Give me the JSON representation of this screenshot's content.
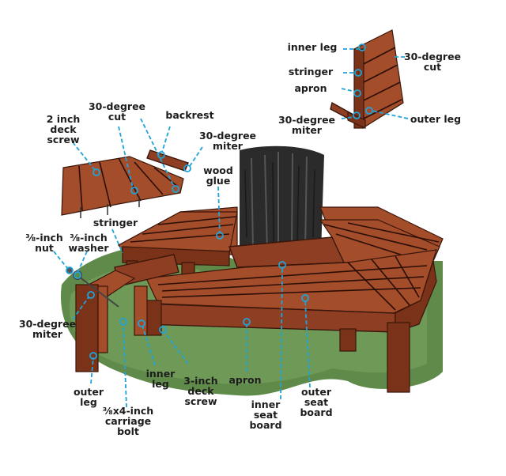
{
  "labels": {
    "inner_leg_top": "inner leg",
    "thirty_degree_cut_top": [
      "30-degree",
      "cut"
    ],
    "stringer_top": "stringer",
    "apron_top": "apron",
    "thirty_degree_miter_top": [
      "30-degree",
      "miter"
    ],
    "outer_leg_top": "outer leg",
    "two_inch_deck_screw": [
      "2 inch",
      "deck",
      "screw"
    ],
    "thirty_degree_cut": [
      "30-degree",
      "cut"
    ],
    "backrest": "backrest",
    "thirty_degree_miter": [
      "30-degree",
      "miter"
    ],
    "wood_glue": [
      "wood",
      "glue"
    ],
    "stringer": "stringer",
    "three_eighths_nut": [
      "⅜-inch",
      "nut"
    ],
    "three_eighths_washer": [
      "⅜-inch",
      "washer"
    ],
    "thirty_degree_miter_left": [
      "30-degree",
      "miter"
    ],
    "outer_leg": [
      "outer",
      "leg"
    ],
    "carriage_bolt": [
      "⅜x4-inch",
      "carriage",
      "bolt"
    ],
    "inner_leg": [
      "inner",
      "leg"
    ],
    "three_inch_deck_screw": [
      "3-inch",
      "deck",
      "screw"
    ],
    "apron": "apron",
    "inner_seat_board": [
      "inner",
      "seat",
      "board"
    ],
    "outer_seat_board": [
      "outer",
      "seat",
      "board"
    ]
  },
  "colors": {
    "wood": "#8e3f23",
    "wood_dark": "#3a160a",
    "leader": "#1fa3d8",
    "grass": "#5f8a4a",
    "trunk": "#2b2b2b"
  }
}
